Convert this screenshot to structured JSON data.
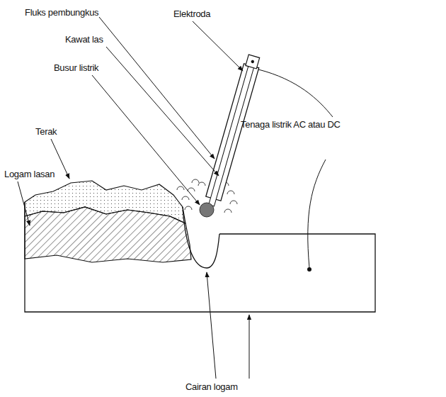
{
  "diagram": {
    "labels": [
      "Fluks pembungkus",
      "Elektroda",
      "Kawat las",
      "Busur listrik",
      "Terak",
      "Tenaga listrik AC atau DC",
      "Logam lasan",
      "Cairan logam"
    ]
  }
}
